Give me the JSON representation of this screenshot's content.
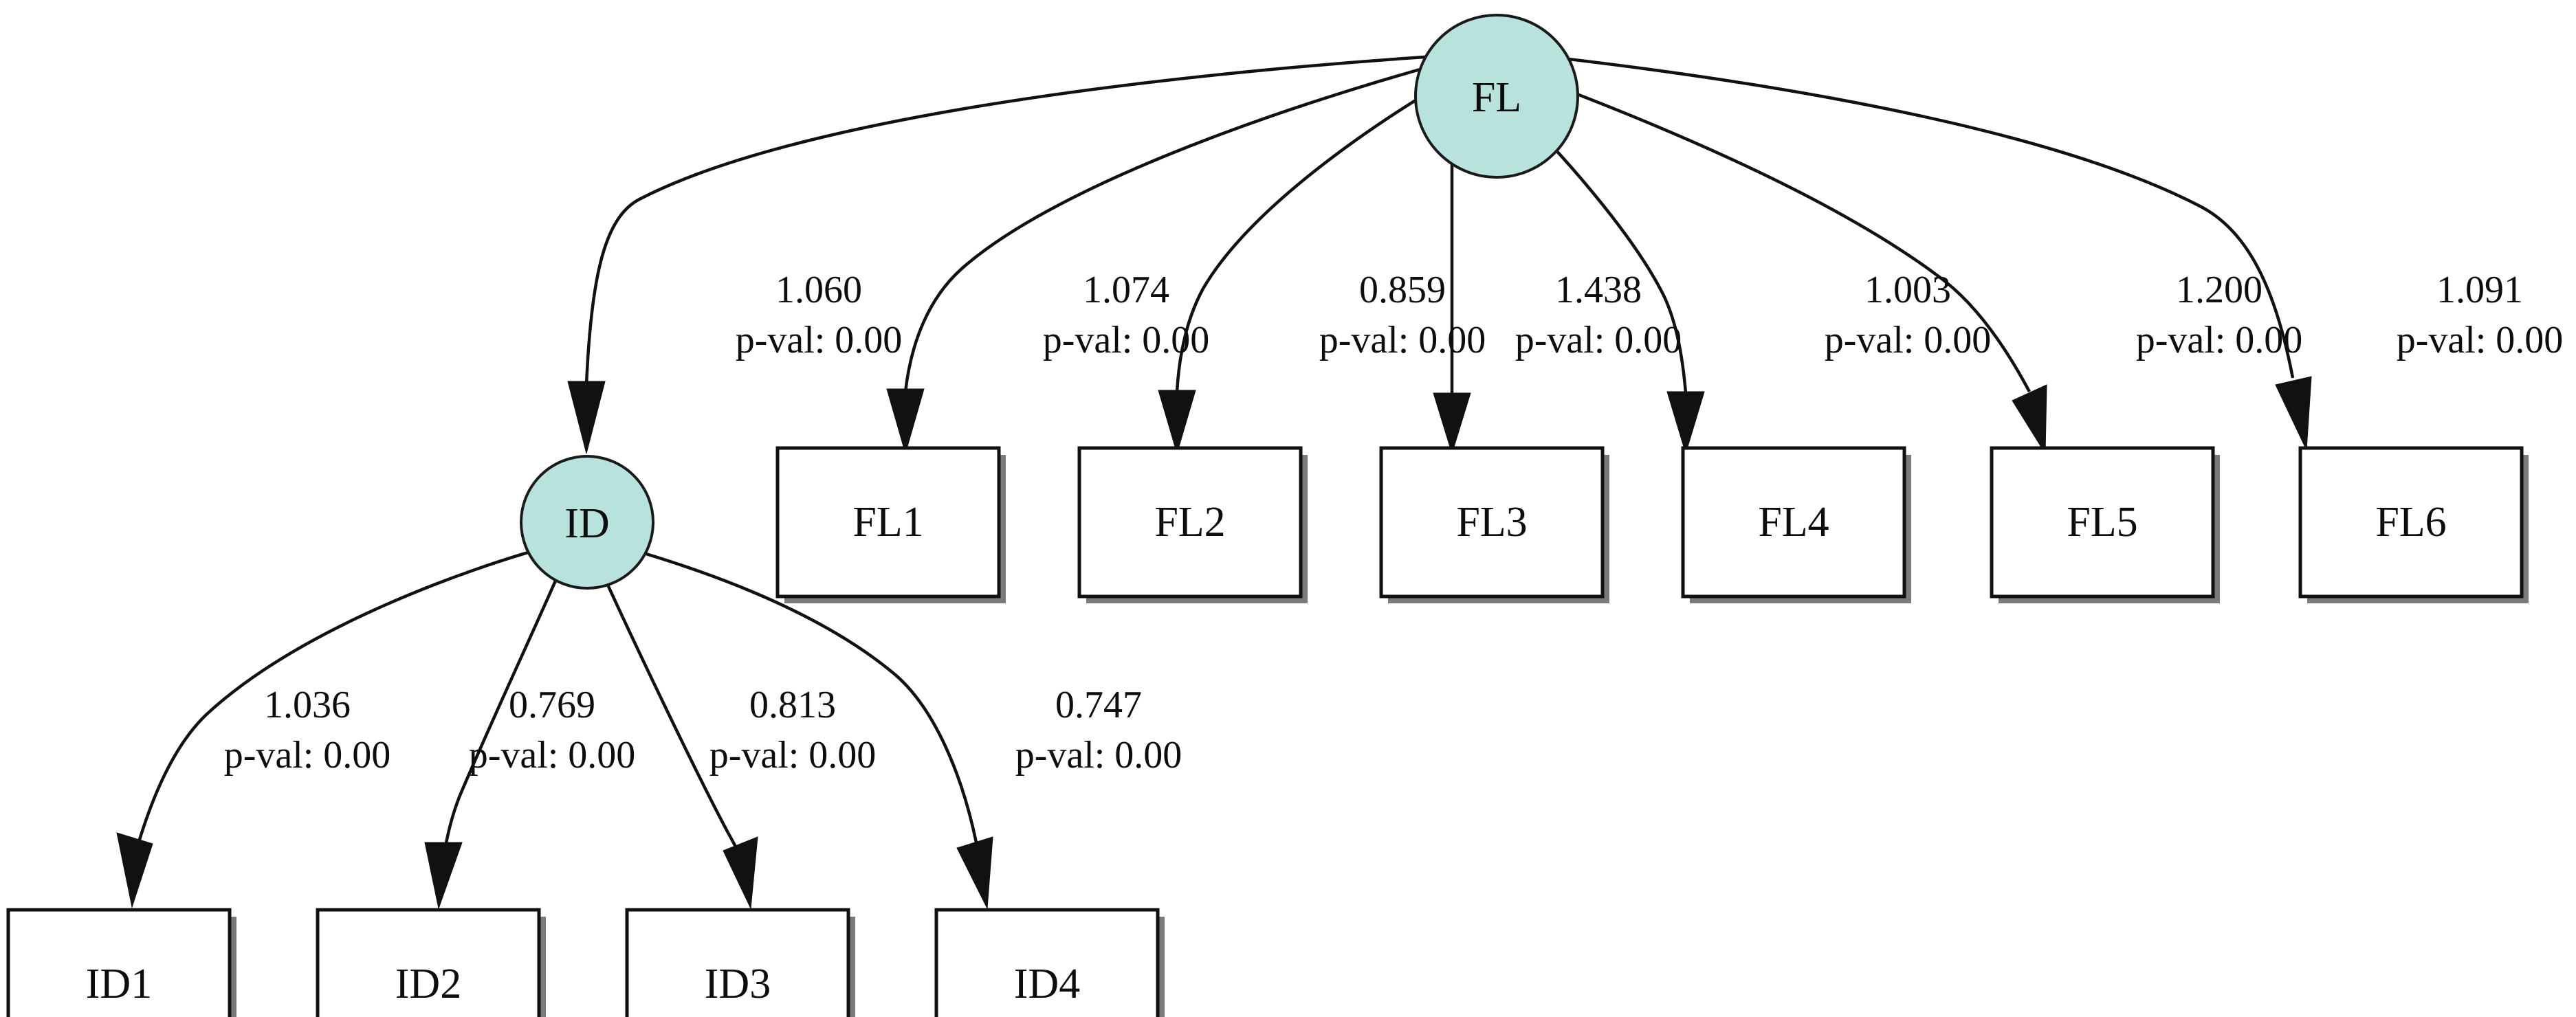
{
  "diagram": {
    "type": "directed-graph",
    "title": "",
    "background_color": "#ffffff",
    "node_fill_teal": "#b8e3dc",
    "node_fill_white": "#ffffff",
    "node_stroke": "#111111",
    "edge_color": "#111111",
    "text_color": "#0d0d0d"
  },
  "nodes": {
    "fl_root": {
      "label": "FL",
      "shape": "ellipse",
      "fill": "#b8e3dc"
    },
    "id_root": {
      "label": "ID",
      "shape": "ellipse",
      "fill": "#b8e3dc"
    },
    "fl_leaves": [
      {
        "label": "FL1"
      },
      {
        "label": "FL2"
      },
      {
        "label": "FL3"
      },
      {
        "label": "FL4"
      },
      {
        "label": "FL5"
      },
      {
        "label": "FL6"
      }
    ],
    "id_leaves": [
      {
        "label": "ID1"
      },
      {
        "label": "ID2"
      },
      {
        "label": "ID3"
      },
      {
        "label": "ID4"
      }
    ]
  },
  "edges": {
    "from_fl": [
      {
        "target": "ID",
        "coefficient": "1.060",
        "pvalue": "p-val: 0.00"
      },
      {
        "target": "FL1",
        "coefficient": "1.074",
        "pvalue": "p-val: 0.00"
      },
      {
        "target": "FL2",
        "coefficient": "0.859",
        "pvalue": "p-val: 0.00"
      },
      {
        "target": "FL3",
        "coefficient": "1.438",
        "pvalue": "p-val: 0.00"
      },
      {
        "target": "FL4",
        "coefficient": "1.003",
        "pvalue": "p-val: 0.00"
      },
      {
        "target": "FL5",
        "coefficient": "1.200",
        "pvalue": "p-val: 0.00"
      },
      {
        "target": "FL6",
        "coefficient": "1.091",
        "pvalue": "p-val: 0.00"
      }
    ],
    "from_id": [
      {
        "target": "ID1",
        "coefficient": "1.036",
        "pvalue": "p-val: 0.00"
      },
      {
        "target": "ID2",
        "coefficient": "0.769",
        "pvalue": "p-val: 0.00"
      },
      {
        "target": "ID3",
        "coefficient": "0.813",
        "pvalue": "p-val: 0.00"
      },
      {
        "target": "ID4",
        "coefficient": "0.747",
        "pvalue": "p-val: 0.00"
      }
    ]
  }
}
